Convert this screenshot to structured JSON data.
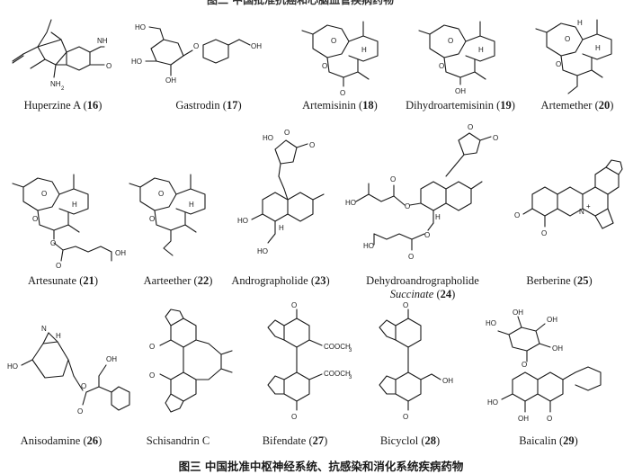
{
  "top_partial_caption": "图二 中国批准抗癌和心脑血管疾病药物",
  "figure_caption": "图三 中国批准中枢神经系统、抗感染和消化系统疾病药物",
  "compounds": [
    {
      "name": "Huperzine A",
      "number": "16"
    },
    {
      "name": "Gastrodin",
      "number": "17"
    },
    {
      "name": "Artemisinin",
      "number": "18"
    },
    {
      "name": "Dihydroartemisinin",
      "number": "19"
    },
    {
      "name": "Artemether",
      "number": "20"
    },
    {
      "name": "Artesunate",
      "number": "21"
    },
    {
      "name": "Aarteether",
      "number": "22"
    },
    {
      "name": "Andrographolide",
      "number": "23"
    },
    {
      "name": "Dehydroandrographolide",
      "line2": "Succinate",
      "number": "24"
    },
    {
      "name": "Berberine",
      "number": "25"
    },
    {
      "name": "Anisodamine",
      "number": "26"
    },
    {
      "name": "Schisandrin C",
      "number": ""
    },
    {
      "name": "Bifendate",
      "number": "27"
    },
    {
      "name": "Bicyclol",
      "number": "28"
    },
    {
      "name": "Baicalin",
      "number": "29"
    }
  ],
  "atom_labels": {
    "nh2": "NH",
    "nh2_sub": "2",
    "nh": "NH",
    "o": "O",
    "ho": "HO",
    "oh": "OH",
    "h": "H",
    "cooh": "COOCH",
    "cooh_sub": "3",
    "n": "N",
    "nplus": "+"
  }
}
